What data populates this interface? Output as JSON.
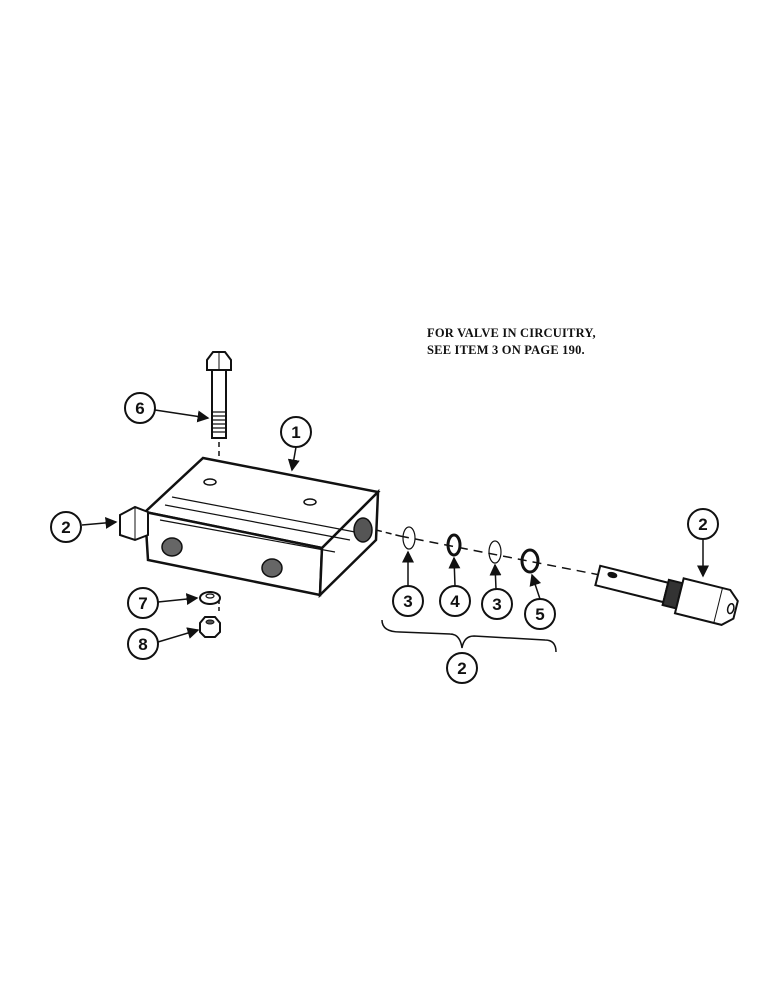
{
  "note": {
    "line1": "FOR VALVE IN  CIRCUITRY,",
    "line2": "SEE ITEM 3 ON PAGE 190."
  },
  "callouts": {
    "valve_body": "1",
    "end_fitting_left": "2",
    "cartridge_right": "2",
    "seal_kit": "2",
    "ring_a": "3",
    "oring_a": "4",
    "ring_b": "3",
    "oring_b": "5",
    "bolt": "6",
    "washer": "7",
    "nut": "8"
  }
}
